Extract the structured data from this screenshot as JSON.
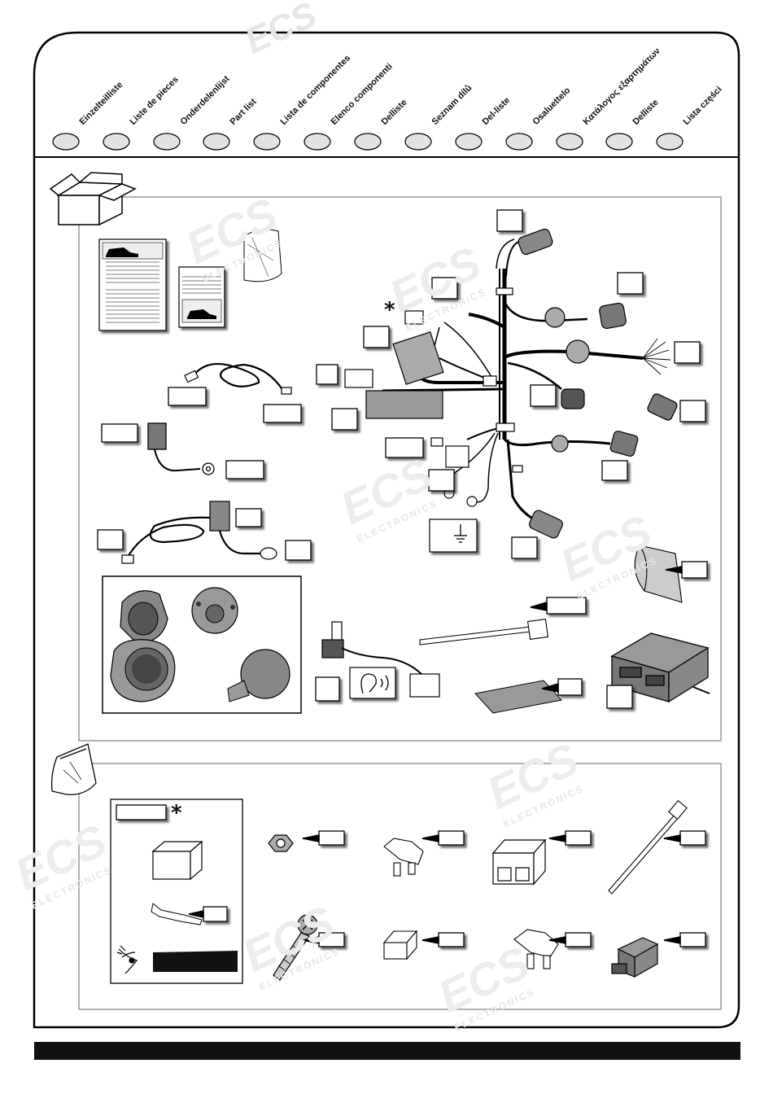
{
  "header": {
    "languages": [
      "Einzelteilliste",
      "Liste de pieces",
      "Onderdelenlijst",
      "Part list",
      "Lista de componentes",
      "Elenco componenti",
      "Delliste",
      "Seznam dílů",
      "Del-liste",
      "Osaluettelo",
      "Κατάλογος εξαρτημάτων",
      "Delliste",
      "Lista części"
    ]
  },
  "markers": {
    "optional_part": "*",
    "optional_part_2": "*"
  },
  "watermark": {
    "logo": "ECS",
    "tagline": "ELECTRONICS"
  },
  "icons": [
    "parcel-box-icon",
    "bag-icon",
    "ground-symbol-icon",
    "ear-sound-icon",
    "eye-icon"
  ],
  "colors": {
    "frame": "#000000",
    "tab_fill": "#e0e0e0",
    "panel_border": "#999999",
    "footer_bar": "#111111",
    "watermark": "#e6e6e6"
  }
}
